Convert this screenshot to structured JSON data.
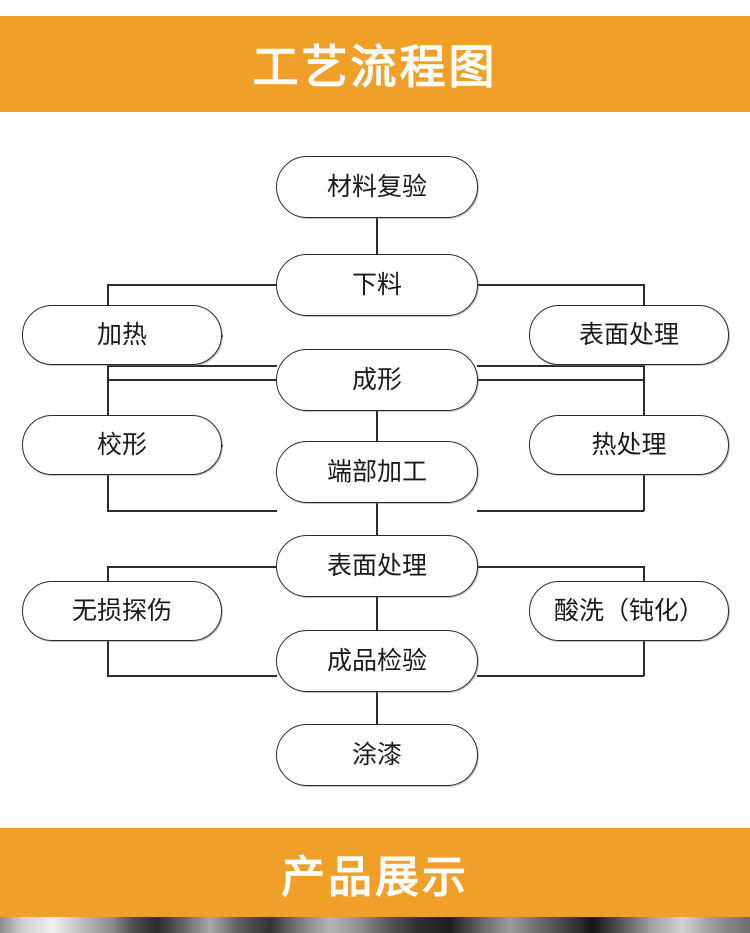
{
  "banners": {
    "top": {
      "title": "工艺流程图",
      "bg": "#F0A029",
      "color": "#FFFFFF"
    },
    "bottom": {
      "title": "产品展示",
      "bg": "#F0A029",
      "color": "#FFFFFF"
    }
  },
  "flowchart": {
    "type": "process-flow",
    "orientation": "vertical-with-side-branches",
    "main_chain": [
      "材料复验",
      "下料",
      "成形",
      "端部加工",
      "表面处理",
      "成品检验",
      "涂漆"
    ],
    "nodes": [
      {
        "id": "n1",
        "label": "材料复验",
        "column": "center"
      },
      {
        "id": "n2",
        "label": "下料",
        "column": "center"
      },
      {
        "id": "n3",
        "label": "成形",
        "column": "center"
      },
      {
        "id": "n4",
        "label": "端部加工",
        "column": "center"
      },
      {
        "id": "n5",
        "label": "表面处理",
        "column": "center"
      },
      {
        "id": "n6",
        "label": "成品检验",
        "column": "center"
      },
      {
        "id": "n7",
        "label": "涂漆",
        "column": "center"
      },
      {
        "id": "l1",
        "label": "加热",
        "column": "left"
      },
      {
        "id": "l2",
        "label": "校形",
        "column": "left"
      },
      {
        "id": "l3",
        "label": "无损探伤",
        "column": "left"
      },
      {
        "id": "r1",
        "label": "表面处理",
        "column": "right"
      },
      {
        "id": "r2",
        "label": "热处理",
        "column": "right"
      },
      {
        "id": "r3",
        "label": "酸洗（钝化）",
        "column": "right"
      }
    ],
    "edges": [
      {
        "from": "材料复验",
        "to": "下料"
      },
      {
        "from": "下料",
        "to": "加热"
      },
      {
        "from": "下料",
        "to": "表面处理(右)"
      },
      {
        "from": "加热",
        "to": "成形"
      },
      {
        "from": "表面处理(右)",
        "to": "成形"
      },
      {
        "from": "成形",
        "to": "校形"
      },
      {
        "from": "成形",
        "to": "热处理"
      },
      {
        "from": "校形",
        "to": "端部加工"
      },
      {
        "from": "热处理",
        "to": "端部加工"
      },
      {
        "from": "端部加工",
        "to": "表面处理"
      },
      {
        "from": "表面处理",
        "to": "无损探伤"
      },
      {
        "from": "表面处理",
        "to": "酸洗（钝化）"
      },
      {
        "from": "无损探伤",
        "to": "成品检验"
      },
      {
        "from": "酸洗（钝化）",
        "to": "成品检验"
      },
      {
        "from": "成品检验",
        "to": "涂漆"
      }
    ],
    "style": {
      "node_border": "#2B2B2B",
      "node_fill": "#FFFFFF",
      "connector": "#2B2B2B"
    }
  }
}
